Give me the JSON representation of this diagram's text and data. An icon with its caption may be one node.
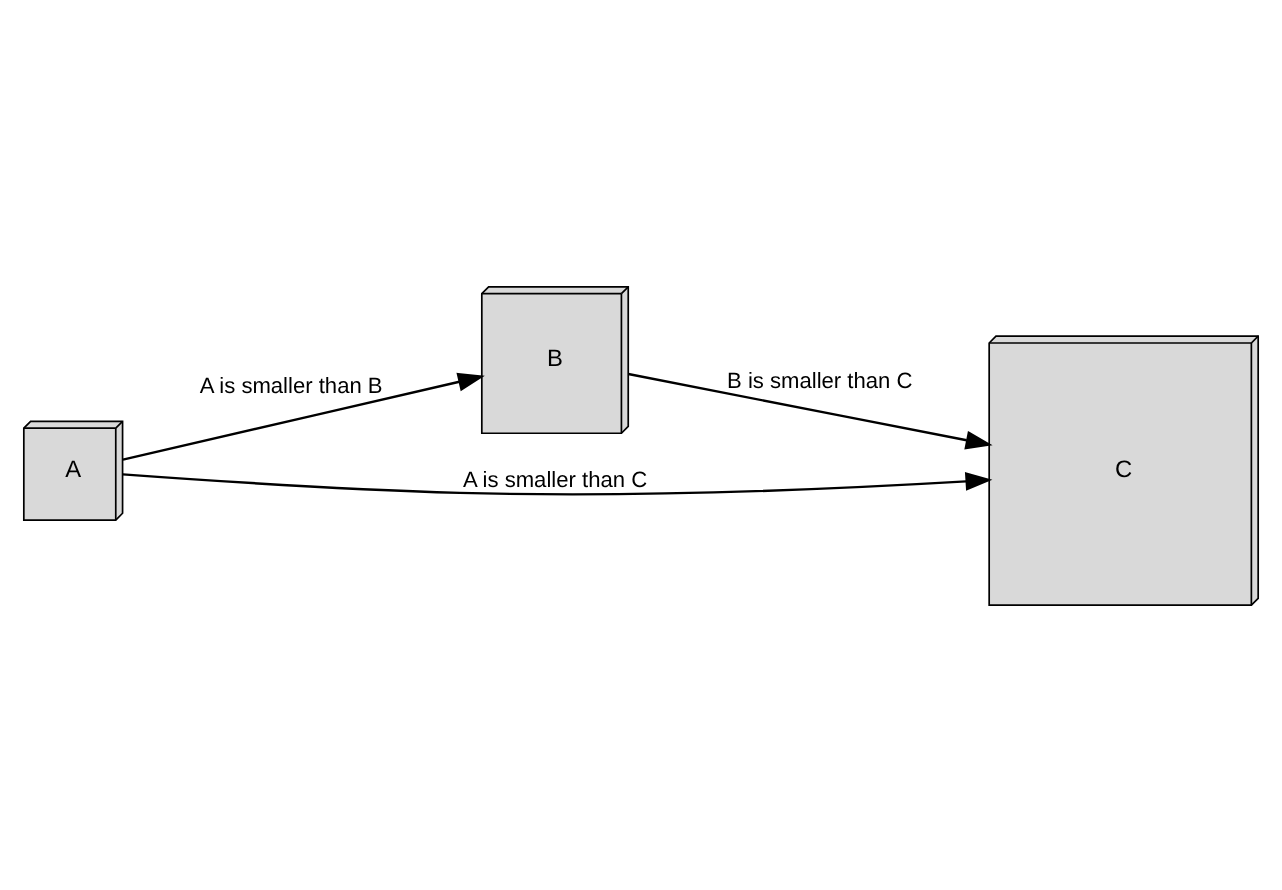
{
  "diagram": {
    "nodes": [
      {
        "text": [
          "A"
        ]
      },
      {
        "text": [
          "B"
        ]
      },
      {
        "text": [
          "C"
        ]
      }
    ],
    "edges": [
      {
        "from": 0,
        "to": 1,
        "arrow": "to",
        "label": "A is smaller than B"
      },
      {
        "from": 1,
        "to": 2,
        "arrow": "to",
        "label": "B is smaller than C"
      },
      {
        "from": 0,
        "to": 2,
        "arrow": "to",
        "label": "A is smaller than C"
      }
    ]
  }
}
